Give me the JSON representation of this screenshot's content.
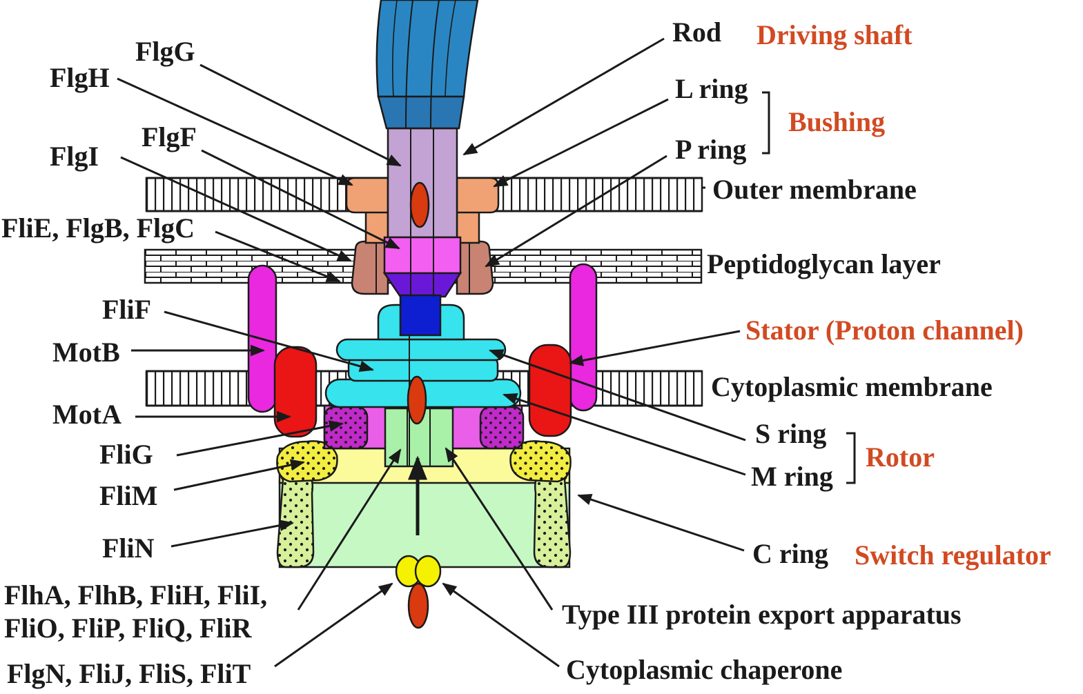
{
  "colors": {
    "function_label": "#d24a22",
    "hook": "#2a86c2",
    "hook_band": "#2a76b2",
    "rod": "#c3a3d3",
    "l_ring": "#f0a274",
    "p_ring": "#c98373",
    "rod_lower": "#f35ff0",
    "rod_base": "#6a18d8",
    "fliF_core": "#0d1fd0",
    "ms_ring": "#37e3ec",
    "motB": "#ea28e0",
    "motA": "#ea1515",
    "fliG": "#c02ac8",
    "fliG_mid": "#ea5fe8",
    "fliM": "#f2ed40",
    "c_ring_band": "#fbfb9c",
    "c_ring": "#c6f8c3",
    "fliN": "#d7f09a",
    "export_apparatus": "#a9f0a9",
    "chaperone_top": "#f4f200",
    "chaperone_bottom": "#d93a10",
    "membrane_fill": "#ffffff"
  },
  "left_labels": [
    {
      "key": "flgG",
      "text": "FlgG"
    },
    {
      "key": "flgH",
      "text": "FlgH"
    },
    {
      "key": "flgF",
      "text": "FlgF"
    },
    {
      "key": "flgI",
      "text": "FlgI"
    },
    {
      "key": "fliE",
      "text": "FliE, FlgB, FlgC"
    },
    {
      "key": "fliF",
      "text": "FliF"
    },
    {
      "key": "motB",
      "text": "MotB"
    },
    {
      "key": "motA",
      "text": "MotA"
    },
    {
      "key": "fliG",
      "text": "FliG"
    },
    {
      "key": "fliM",
      "text": "FliM"
    },
    {
      "key": "fliN",
      "text": "FliN"
    },
    {
      "key": "export1",
      "text": "FlhA, FlhB, FliH, FliI,"
    },
    {
      "key": "export2",
      "text": "FliO, FliP, FliQ, FliR"
    },
    {
      "key": "chap",
      "text": "FlgN, FliJ, FliS, FliT"
    }
  ],
  "right_labels": [
    {
      "key": "rod",
      "text": "Rod"
    },
    {
      "key": "lring",
      "text": "L ring"
    },
    {
      "key": "pring",
      "text": "P ring"
    },
    {
      "key": "outer",
      "text": "Outer membrane"
    },
    {
      "key": "pepti",
      "text": "Peptidoglycan layer"
    },
    {
      "key": "cyto",
      "text": "Cytoplasmic membrane"
    },
    {
      "key": "sring",
      "text": "S ring"
    },
    {
      "key": "mring",
      "text": "M ring"
    },
    {
      "key": "cring",
      "text": "C ring"
    },
    {
      "key": "t3ss",
      "text": "Type III protein export apparatus"
    },
    {
      "key": "chaperone",
      "text": "Cytoplasmic chaperone"
    }
  ],
  "function_labels": [
    {
      "key": "driving",
      "text": "Driving shaft"
    },
    {
      "key": "bushing",
      "text": "Bushing"
    },
    {
      "key": "stator",
      "text": "Stator (Proton channel)"
    },
    {
      "key": "rotor",
      "text": "Rotor"
    },
    {
      "key": "switch",
      "text": "Switch regulator"
    }
  ]
}
